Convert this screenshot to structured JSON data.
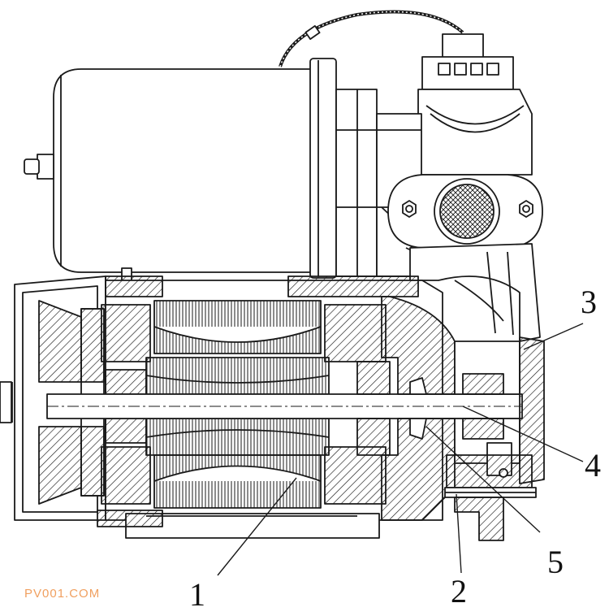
{
  "callouts": [
    "1",
    "2",
    "3",
    "4",
    "5"
  ],
  "watermark": "PV001.COM",
  "colors": {
    "line": "#1a1a1a",
    "watermark": "#f0a060",
    "background": "#ffffff"
  }
}
